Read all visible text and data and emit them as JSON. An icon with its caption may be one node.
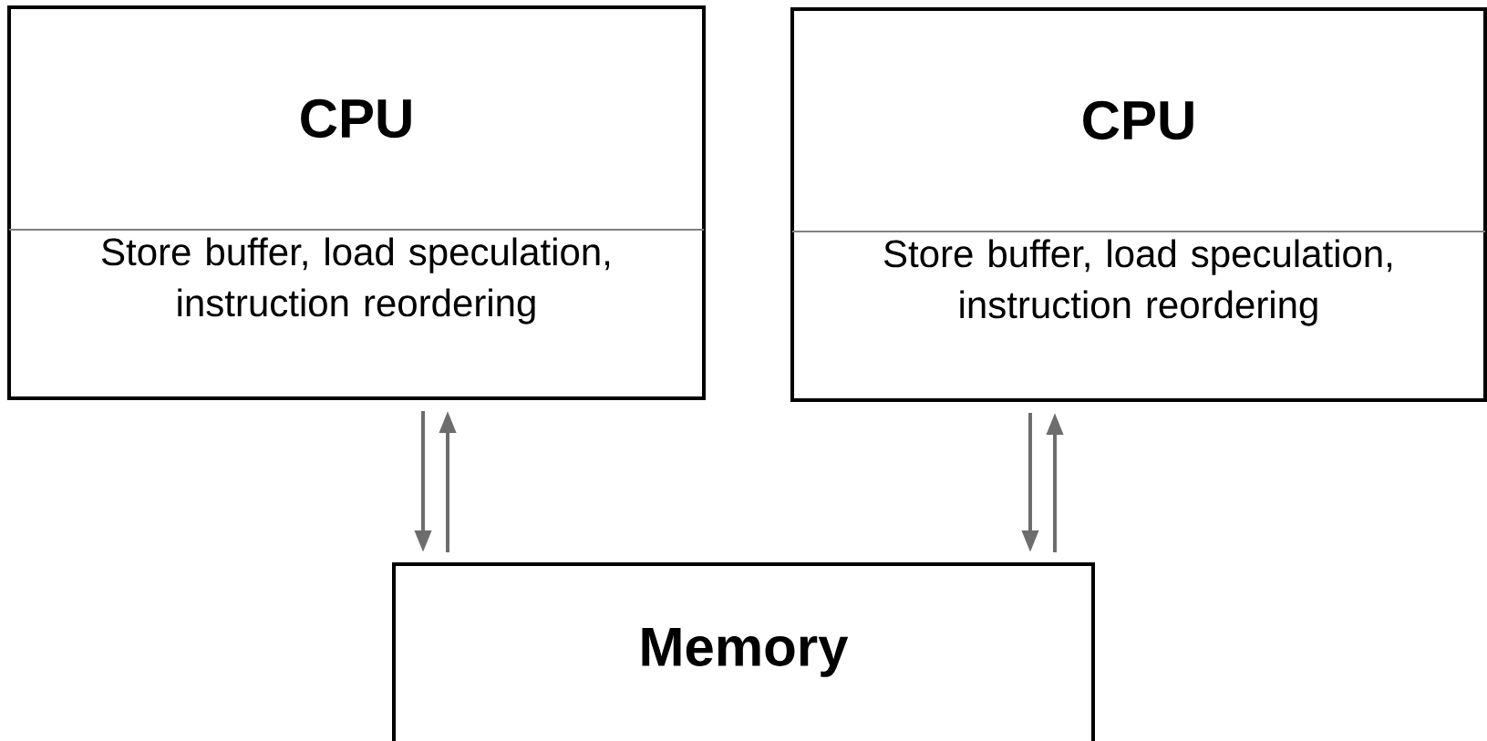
{
  "diagram": {
    "nodes": [
      {
        "text": [
          "CPU",
          "Store buffer, load speculation, instruction reordering"
        ]
      },
      {
        "text": [
          "CPU",
          "Store buffer, load speculation, instruction reordering"
        ]
      },
      {
        "text": [
          "Memory"
        ]
      }
    ],
    "edges": [
      {
        "from": 0,
        "to": 2,
        "arrow": "to"
      },
      {
        "from": 2,
        "to": 0,
        "arrow": "to"
      },
      {
        "from": 1,
        "to": 2,
        "arrow": "to"
      },
      {
        "from": 2,
        "to": 1,
        "arrow": "to"
      }
    ]
  }
}
